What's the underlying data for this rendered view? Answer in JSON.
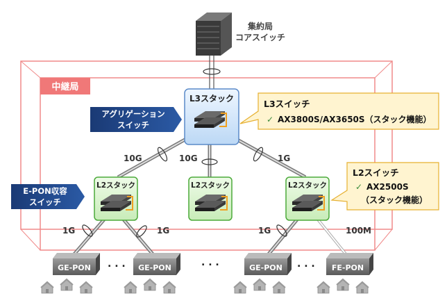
{
  "core": {
    "line1": "集約局",
    "line2": "コアスイッチ"
  },
  "relay_station": {
    "label": "中継局"
  },
  "aggregation_label": {
    "line1": "アグリゲーション",
    "line2": "スイッチ"
  },
  "epon_label": {
    "line1": "E-PON収容",
    "line2": "スイッチ"
  },
  "l3_stack": {
    "label": "L3スタック"
  },
  "l2_stacks": [
    {
      "label": "L2スタック"
    },
    {
      "label": "L2スタック"
    },
    {
      "label": "L2スタック"
    }
  ],
  "callout_l3": {
    "title": "L3スイッチ",
    "check": "✓",
    "model": "AX3800S/AX3650S（スタック機能）"
  },
  "callout_l2": {
    "title": "L2スイッチ",
    "check": "✓",
    "model": "AX2500S",
    "note": "（スタック機能）"
  },
  "links": {
    "left": "10G",
    "center": "10G",
    "right": "1G",
    "pon1": "1G",
    "pon2": "1G",
    "pon3": "1G",
    "pon4": "100M"
  },
  "pon_units": [
    {
      "label": "GE-PON"
    },
    {
      "label": "GE-PON"
    },
    {
      "label": "GE-PON"
    },
    {
      "label": "FE-PON"
    }
  ],
  "ellipsis": ". . ."
}
